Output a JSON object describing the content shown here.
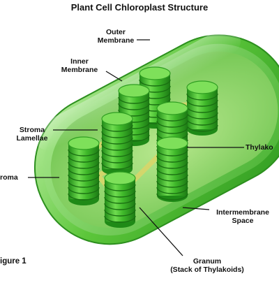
{
  "title": "Plant Cell Chloroplast Structure",
  "labels": {
    "outer_membrane": [
      "Outer",
      "Membrane"
    ],
    "inner_membrane": [
      "Inner",
      "Membrane"
    ],
    "stroma_lamellae": [
      "Stroma",
      "Lamellae"
    ],
    "stroma": "roma",
    "thylakoid": "Thylako",
    "intermembrane_space": [
      "Intermembrane",
      "Space"
    ],
    "granum": [
      "Granum",
      "(Stack of Thylakoids)"
    ]
  },
  "figure_label": "igure 1",
  "colors": {
    "membrane_outer": "#3fb82a",
    "membrane_inner": "#6fd24c",
    "stroma": "#8fd858",
    "granum": "#2f9e22",
    "granum_light": "#7ee05a",
    "lamellae": "#d8d66a"
  }
}
